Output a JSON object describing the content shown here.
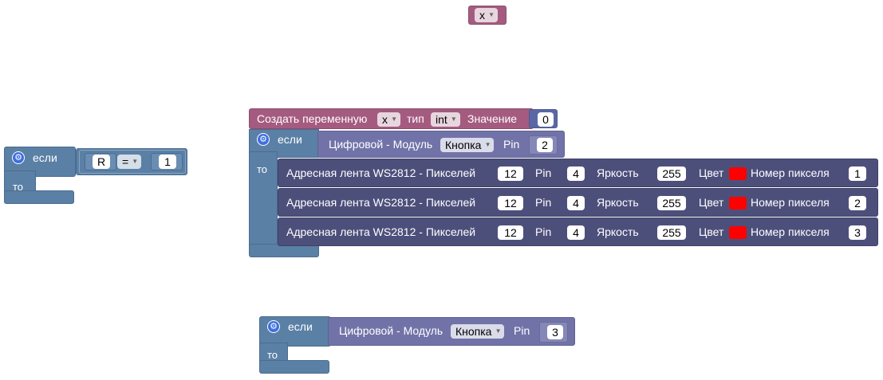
{
  "var_get": {
    "name": "x"
  },
  "create_var": {
    "label": "Создать переменную",
    "var_name": "x",
    "type_label": "тип",
    "type_value": "int",
    "value_label": "Значение",
    "value": "0"
  },
  "if_labels": {
    "if": "если",
    "then": "то"
  },
  "left_if": {
    "var": "R",
    "op": "=",
    "value": "1"
  },
  "digital": {
    "label": "Цифровой - Модуль",
    "module": "Кнопка",
    "pin_label": "Pin"
  },
  "mid_if": {
    "pin": "2"
  },
  "bottom_if": {
    "pin": "3"
  },
  "led_rows": [
    {
      "label": "Адресная лента WS2812 - Пикселей",
      "pixels": "12",
      "pin_label": "Pin",
      "pin": "4",
      "brightness_label": "Яркость",
      "brightness": "255",
      "color_label": "Цвет",
      "color": "#ff0000",
      "index_label": "Номер пикселя",
      "index": "1"
    },
    {
      "label": "Адресная лента WS2812 - Пикселей",
      "pixels": "12",
      "pin_label": "Pin",
      "pin": "4",
      "brightness_label": "Яркость",
      "brightness": "255",
      "color_label": "Цвет",
      "color": "#ff0000",
      "index_label": "Номер пикселя",
      "index": "2"
    },
    {
      "label": "Адресная лента WS2812 - Пикселей",
      "pixels": "12",
      "pin_label": "Pin",
      "pin": "4",
      "brightness_label": "Яркость",
      "brightness": "255",
      "color_label": "Цвет",
      "color": "#ff0000",
      "index_label": "Номер пикселя",
      "index": "3"
    }
  ],
  "colors": {
    "control": "#5b80a5",
    "variable": "#a55b80",
    "led": "#4d4f7b",
    "condition": "#7173a8"
  }
}
